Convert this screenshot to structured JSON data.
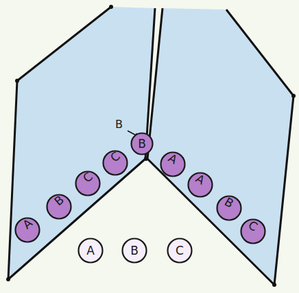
{
  "diagram": {
    "nodes": [
      {
        "text": [
          "A"
        ]
      },
      {
        "text": [
          "B"
        ]
      },
      {
        "text": [
          "C"
        ]
      },
      {
        "text": [
          "C"
        ]
      },
      {
        "text": [
          "B"
        ]
      },
      {
        "text": [
          "A"
        ]
      },
      {
        "text": [
          "A"
        ]
      },
      {
        "text": [
          "B"
        ]
      },
      {
        "text": [
          "C"
        ]
      },
      {
        "text": [
          "A"
        ]
      },
      {
        "text": [
          "B"
        ]
      },
      {
        "text": [
          "C"
        ]
      }
    ],
    "labels": [
      "B"
    ]
  }
}
